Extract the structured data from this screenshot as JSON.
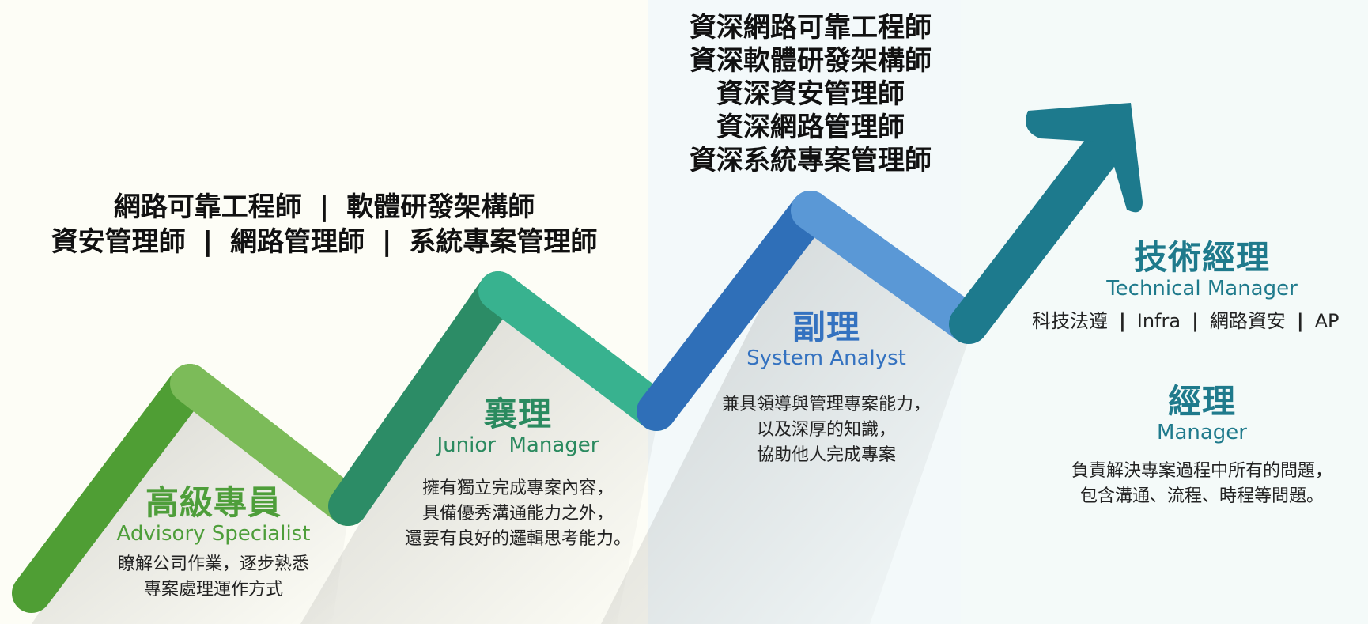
{
  "stages": [
    {
      "id": "advisory",
      "title_cn": "高級專員",
      "title_en": "Advisory Specialist",
      "color": "#4e9e3a",
      "desc": [
        "瞭解公司作業，逐步熟悉",
        "專案處理運作方式"
      ]
    },
    {
      "id": "junior",
      "title_cn": "襄理",
      "title_en": "Junior  Manager",
      "color": "#2a8a5f",
      "desc": [
        "擁有獨立完成專案內容，",
        "具備優秀溝通能力之外，",
        "還要有良好的邏輯思考能力。"
      ]
    },
    {
      "id": "analyst",
      "title_cn": "副理",
      "title_en": "System Analyst",
      "color": "#3472c0",
      "desc": [
        "兼具領導與管理專案能力，",
        "以及深厚的知識，",
        "協助他人完成專案"
      ]
    },
    {
      "id": "technical",
      "title_cn": "技術經理",
      "title_en": "Technical Manager",
      "color": "#1f7a8c",
      "tags": [
        "科技法遵",
        "Infra",
        "網路資安",
        "AP"
      ]
    },
    {
      "id": "manager",
      "title_cn": "經理",
      "title_en": "Manager",
      "color": "#1f7a8c",
      "desc": [
        "負責解決專案過程中所有的問題，",
        "包含溝通、流程、時程等問題。"
      ]
    }
  ],
  "roles_left": {
    "line1": [
      "網路可靠工程師",
      "軟體研發架構師"
    ],
    "line2": [
      "資安管理師",
      "網路管理師",
      "系統專案管理師"
    ],
    "separator": "|"
  },
  "roles_top": [
    "資深網路可靠工程師",
    "資深軟體研發架構師",
    "資深資安管理師",
    "資深網路管理師",
    "資深系統專案管理師"
  ]
}
